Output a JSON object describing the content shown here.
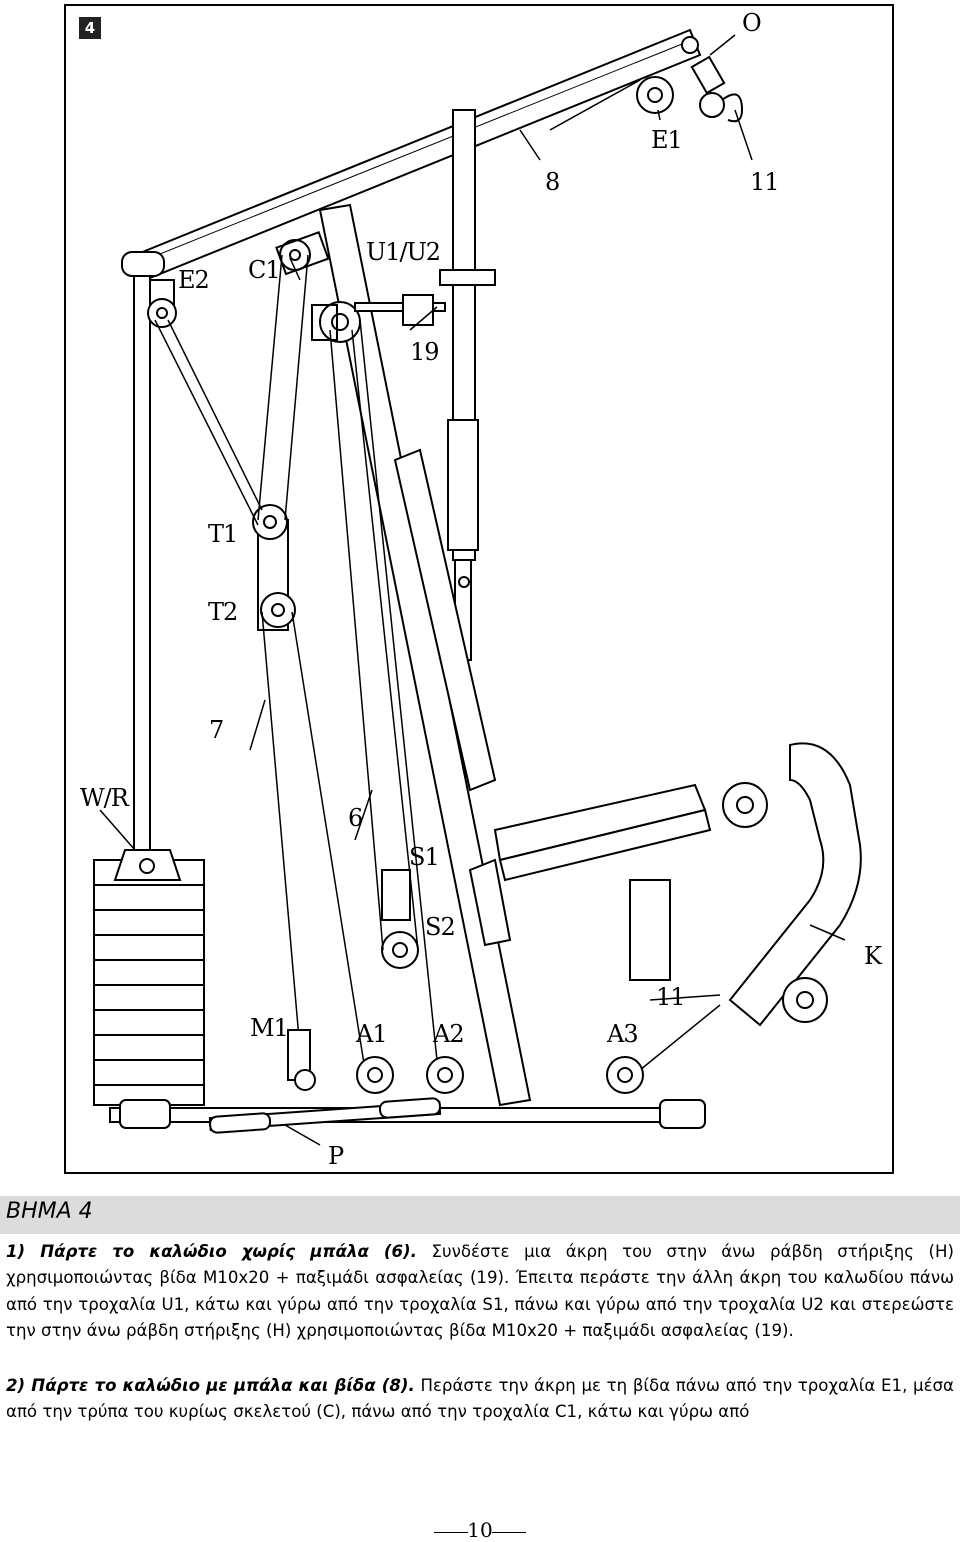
{
  "figure": {
    "step_number": "4",
    "labels": {
      "O": "O",
      "E1": "E1",
      "n8": "8",
      "n11_top": "11",
      "E2": "E2",
      "C1": "C1",
      "U1U2": "U1/U2",
      "n19": "19",
      "T1": "T1",
      "T2": "T2",
      "n7": "7",
      "WR": "W/R",
      "n6": "6",
      "S1": "S1",
      "S2": "S2",
      "K": "K",
      "n11_bottom": "11",
      "M1": "M1",
      "A1": "A1",
      "A2": "A2",
      "A3": "A3",
      "P": "P"
    }
  },
  "heading": "ΒΗΜΑ 4",
  "paragraph1": {
    "bold": "1) Πάρτε το καλώδιο χωρίς μπάλα (6).",
    "text": " Συνδέστε μια άκρη του στην άνω ράβδη στήριξης (Η) χρησιμοποιώντας βίδα Μ10x20 + παξιμάδι ασφαλείας (19). Έπειτα περάστε την άλλη άκρη του καλωδίου πάνω από την τροχαλία U1, κάτω και γύρω από την τροχαλία S1, πάνω και γύρω από την τροχαλία U2 και στερεώστε την στην άνω ράβδη στήριξης (Η) χρησιμοποιώντας βίδα Μ10x20 + παξιμάδι ασφαλείας (19)."
  },
  "paragraph2": {
    "bold": "2) Πάρτε το καλώδιο με μπάλα και βίδα (8).",
    "text": " Περάστε την άκρη με τη βίδα πάνω από την τροχαλία Ε1, μέσα από την τρύπα του κυρίως σκελετού (C), πάνω από την τροχαλία C1, κάτω και γύρω από"
  },
  "page_number": "10"
}
